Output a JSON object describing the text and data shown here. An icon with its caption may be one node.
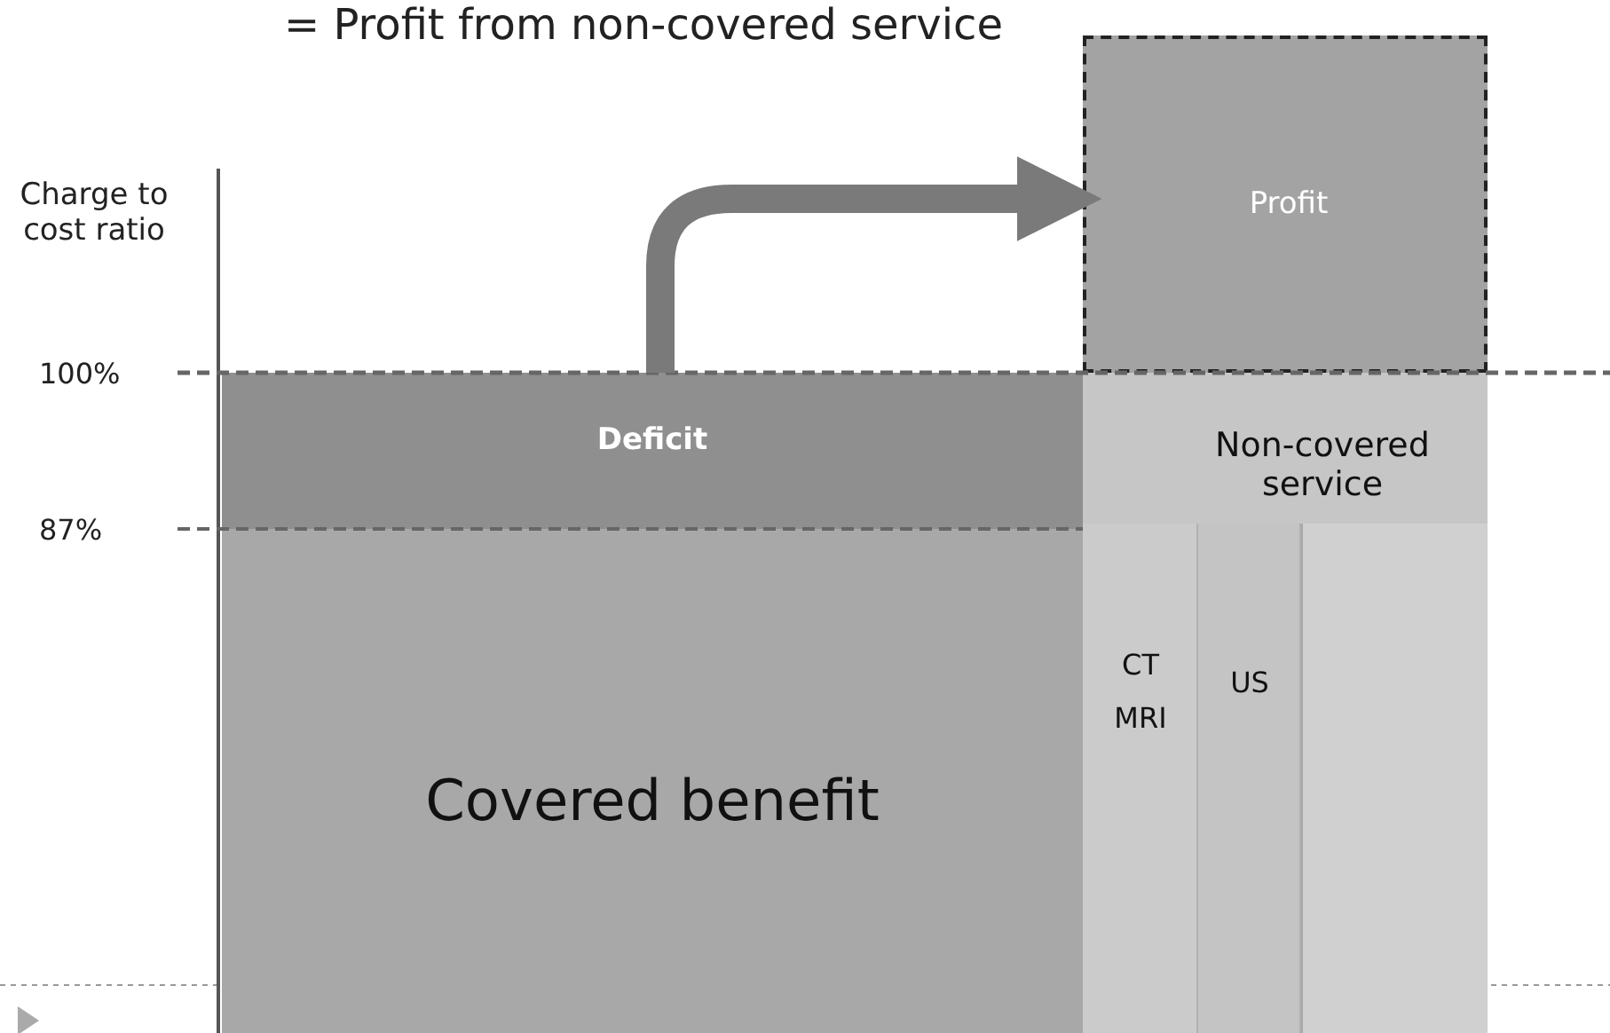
{
  "diagram": {
    "title": "= Profit from non-covered service",
    "nodes": [
      {
        "text": [
          "Deficit"
        ]
      },
      {
        "text": [
          "Profit"
        ]
      },
      {
        "text": [
          "Covered benefit"
        ]
      },
      {
        "text": [
          "Non-covered service"
        ]
      },
      {
        "text": [
          "CT MRI"
        ],
        "in": 3
      },
      {
        "text": [
          "US"
        ],
        "in": 3
      },
      {
        "text": [],
        "shape": "bar",
        "in": 3
      }
    ],
    "edges": [
      {
        "from": 0,
        "to": 1,
        "arrow": "to"
      }
    ],
    "labels": [
      "Charge to cost ratio",
      "100%",
      "87%"
    ]
  }
}
